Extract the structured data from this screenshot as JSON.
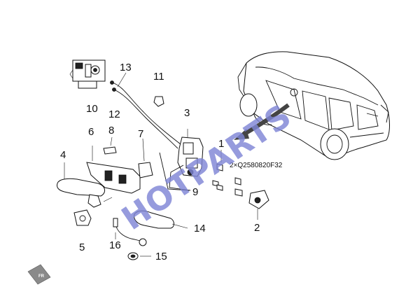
{
  "watermark": {
    "text": "HOTPARTS",
    "color": "#7f86d6"
  },
  "callouts": [
    {
      "id": "c1",
      "number": "1"
    },
    {
      "id": "c2",
      "number": "2"
    },
    {
      "id": "c3",
      "number": "3"
    },
    {
      "id": "c4",
      "number": "4"
    },
    {
      "id": "c5",
      "number": "5"
    },
    {
      "id": "c6",
      "number": "6"
    },
    {
      "id": "c7",
      "number": "7"
    },
    {
      "id": "c8",
      "number": "8"
    },
    {
      "id": "c9",
      "number": "9"
    },
    {
      "id": "c10",
      "number": "10"
    },
    {
      "id": "c11",
      "number": "11"
    },
    {
      "id": "c12",
      "number": "12"
    },
    {
      "id": "c13",
      "number": "13"
    },
    {
      "id": "c14",
      "number": "14"
    },
    {
      "id": "c15",
      "number": "15"
    },
    {
      "id": "c16",
      "number": "16"
    }
  ],
  "fastener_note": "2×Q2580820F32",
  "direction_marker": {
    "label": "FR"
  },
  "colors": {
    "line": "#111111",
    "background": "#ffffff",
    "watermark": "#7f86d6"
  }
}
